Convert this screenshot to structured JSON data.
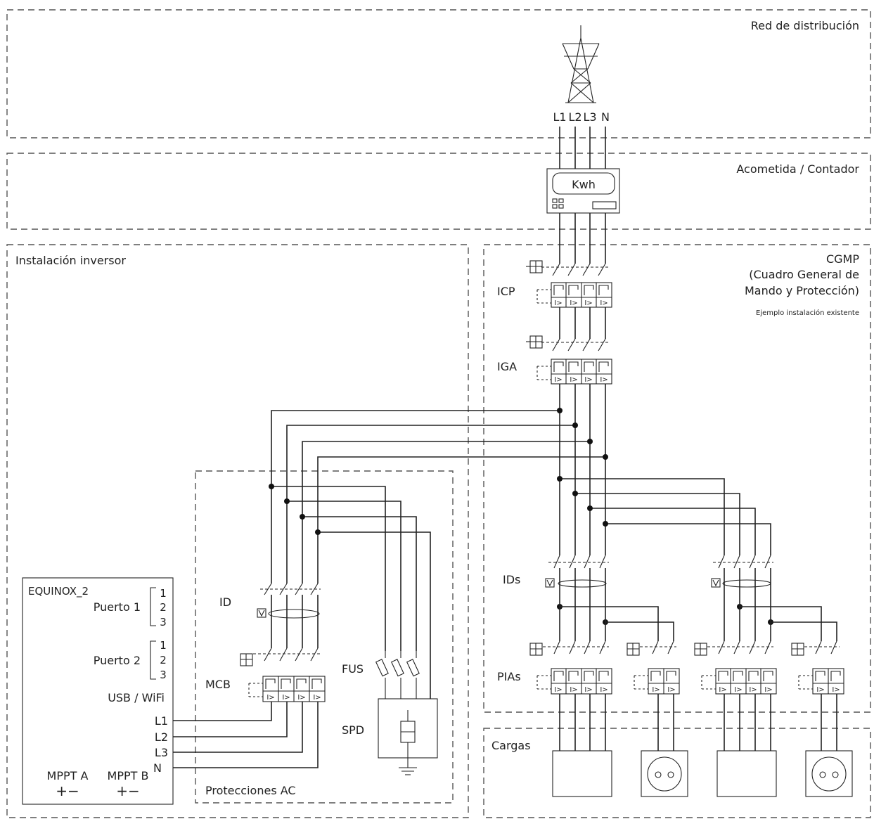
{
  "sections": {
    "red": "Red de distribución",
    "acometida": "Acometida / Contador",
    "instalacion": "Instalación inversor",
    "cgmp_1": "CGMP",
    "cgmp_2": "(Cuadro General de",
    "cgmp_3": "Mando y Protección)",
    "cgmp_note": "Ejemplo instalación existente",
    "protecciones": "Protecciones AC",
    "cargas": "Cargas"
  },
  "grid_phases": [
    "L1",
    "L2",
    "L3",
    "N"
  ],
  "meter_label": "Kwh",
  "devices": {
    "icp": "ICP",
    "iga": "IGA",
    "ids": "IDs",
    "pias": "PIAs",
    "id": "ID",
    "mcb": "MCB",
    "fus": "FUS",
    "spd": "SPD",
    "breaker_mark": "I>"
  },
  "inverter": {
    "model": "EQUINOX_2",
    "port1": "Puerto 1",
    "port2": "Puerto 2",
    "pins": [
      "1",
      "2",
      "3"
    ],
    "usb": "USB / WiFi",
    "outputs": [
      "L1",
      "L2",
      "L3",
      "N"
    ],
    "mppt_a": "MPPT A",
    "mppt_b": "MPPT B",
    "polarity": "+−"
  }
}
